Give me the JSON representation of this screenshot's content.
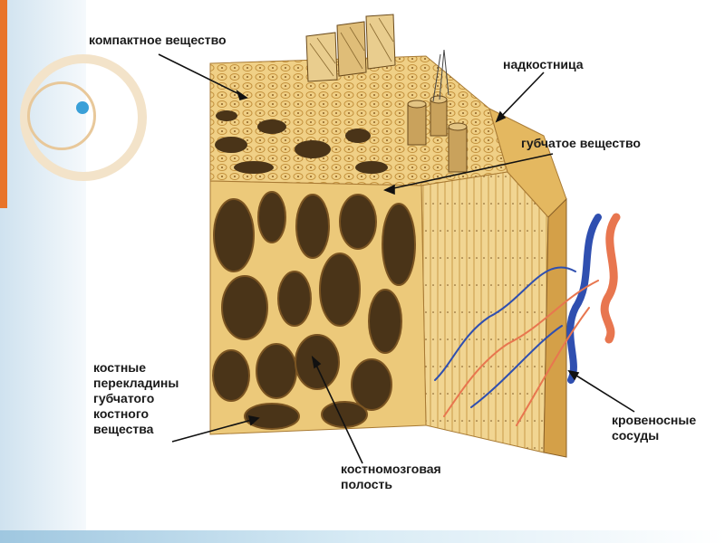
{
  "labels": {
    "compact": "компактное вещество",
    "periosteum": "надкостница",
    "spongy": "губчатое вещество",
    "trabeculae": "костные\nперекладины\nгубчатого\nкостного\nвещества",
    "marrow": "костномозговая\nполость",
    "vessels": "кровеносные\nсосуды"
  },
  "colors": {
    "bone_light": "#f2d48a",
    "bone_mid": "#d9a94f",
    "bone_dark": "#4a3418",
    "artery": "#e8764f",
    "vein": "#2f4fb0",
    "text": "#1a1a1a"
  }
}
